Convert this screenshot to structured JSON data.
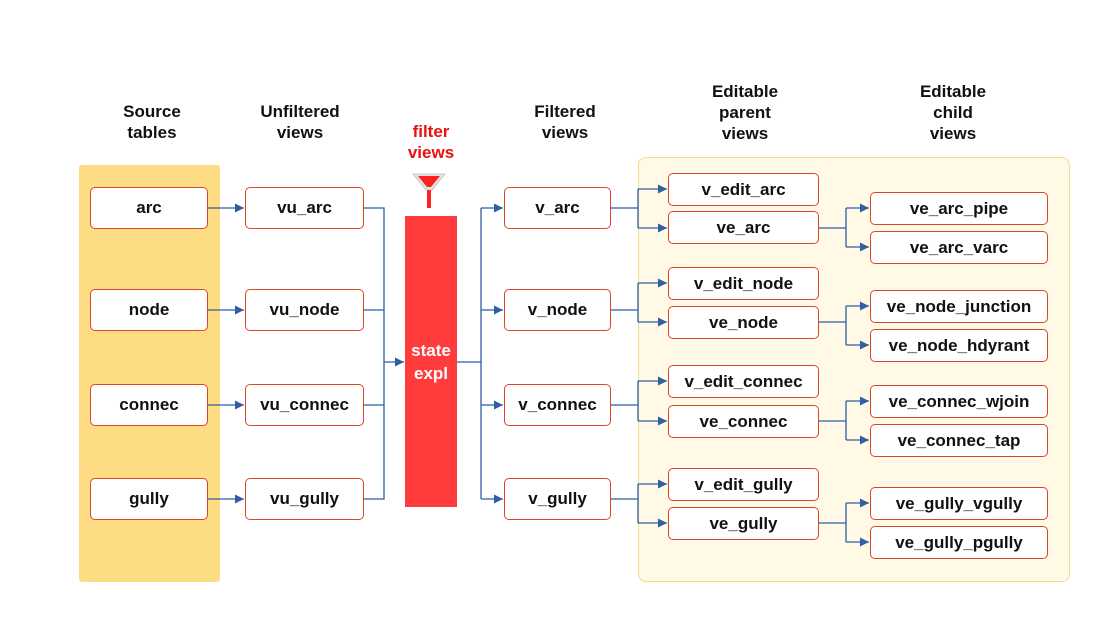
{
  "headers": {
    "source": "Source\ntables",
    "unfiltered": "Unfiltered\nviews",
    "filter": "filter\nviews",
    "filtered": "Filtered\nviews",
    "editable_parent": "Editable\nparent\nviews",
    "editable_child": "Editable\nchild\nviews"
  },
  "filter_bar": {
    "line1": "state",
    "line2": "expl"
  },
  "icons": {
    "filter": "filter-funnel-icon"
  },
  "colors": {
    "node_border": "#d9472b",
    "arrow": "#2f5ea4",
    "filter_bar": "#ff3b3b",
    "filter_label": "#e81010"
  },
  "source_tables": [
    "arc",
    "node",
    "connec",
    "gully"
  ],
  "unfiltered_views": [
    "vu_arc",
    "vu_node",
    "vu_connec",
    "vu_gully"
  ],
  "filtered_views": [
    "v_arc",
    "v_node",
    "v_connec",
    "v_gully"
  ],
  "editable_parent_views": [
    "v_edit_arc",
    "ve_arc",
    "v_edit_node",
    "ve_node",
    "v_edit_connec",
    "ve_connec",
    "v_edit_gully",
    "ve_gully"
  ],
  "editable_child_views": [
    "ve_arc_pipe",
    "ve_arc_varc",
    "ve_node_junction",
    "ve_node_hdyrant",
    "ve_connec_wjoin",
    "ve_connec_tap",
    "ve_gully_vgully",
    "ve_gully_pgully"
  ]
}
